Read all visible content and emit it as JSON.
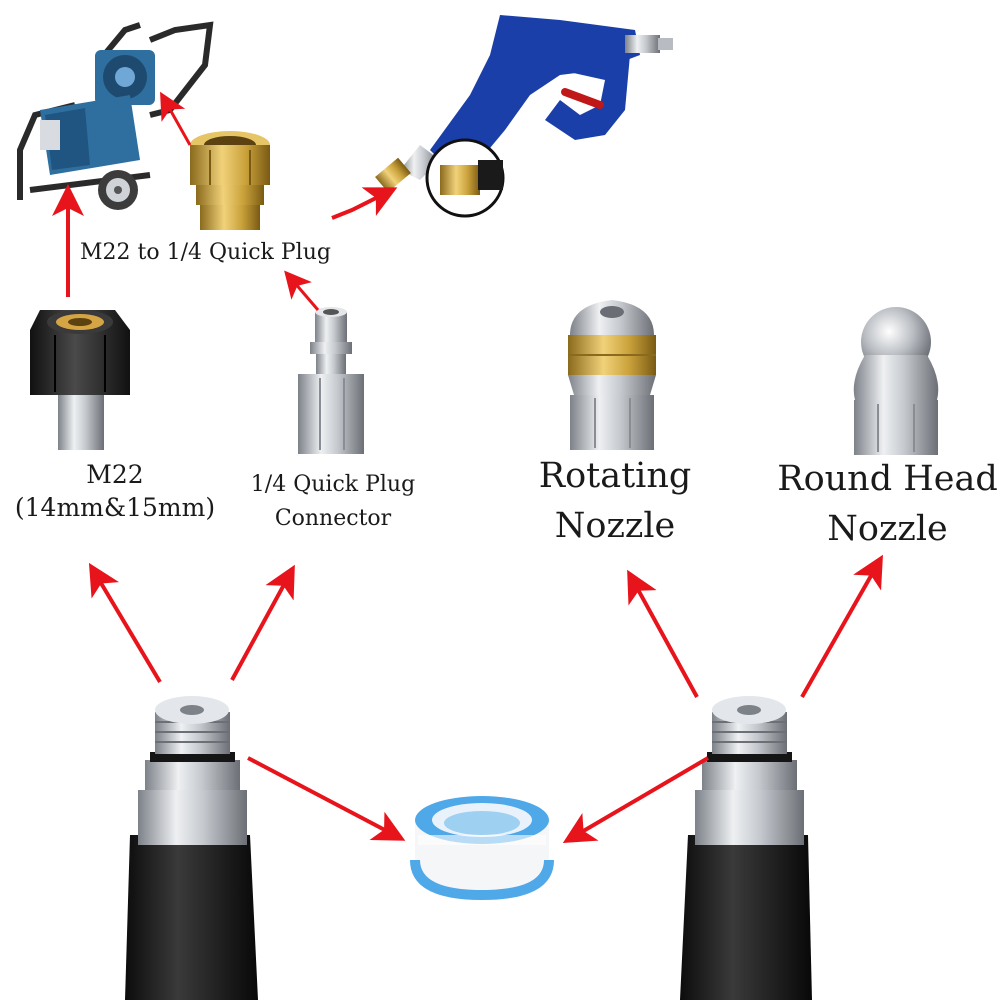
{
  "labels": {
    "adapter_top": "M22 to 1/4 Quick Plug",
    "m22_line1": "M22",
    "m22_line2": "(14mm&15mm)",
    "qp_line1": "1/4 Quick Plug",
    "qp_line2": "Connector",
    "rot_line1": "Rotating",
    "rot_line2": "Nozzle",
    "round_line1": "Round Head",
    "round_line2": "Nozzle"
  },
  "items": [
    {
      "name": "pressure-washer",
      "icon": "pressure-washer-icon"
    },
    {
      "name": "brass-adapter",
      "icon": "brass-adapter-icon"
    },
    {
      "name": "spray-gun",
      "icon": "spray-gun-icon"
    },
    {
      "name": "m22-fitting",
      "icon": "m22-fitting-icon"
    },
    {
      "name": "quick-plug",
      "icon": "quick-plug-icon"
    },
    {
      "name": "rotating-nozzle",
      "icon": "rotating-nozzle-icon"
    },
    {
      "name": "round-head-nozzle",
      "icon": "round-head-nozzle-icon"
    },
    {
      "name": "hose-end-left",
      "icon": "hose-end-icon"
    },
    {
      "name": "hose-end-right",
      "icon": "hose-end-icon"
    },
    {
      "name": "ptfe-tape",
      "icon": "ptfe-tape-icon"
    }
  ],
  "colors": {
    "arrow": "#e8141b",
    "gun_blue": "#1b3fa8",
    "brass": "#c9a13a",
    "hose": "#1c1c1c",
    "steel": "#b8bcc2",
    "tape_blue": "#4fa8e8",
    "washer_blue": "#2e6fa0"
  }
}
